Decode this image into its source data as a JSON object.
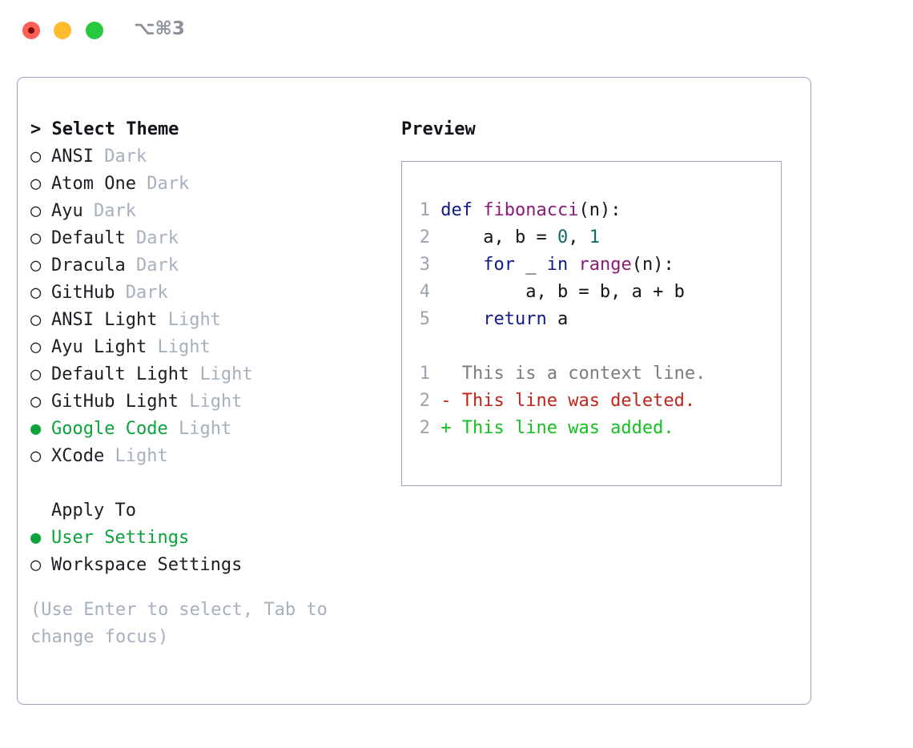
{
  "titlebar": {
    "shortcut": "⌥⌘3",
    "buttons": [
      {
        "name": "close",
        "color": "#ff5f56"
      },
      {
        "name": "minimize",
        "color": "#ffbd2e"
      },
      {
        "name": "maximize",
        "color": "#27c93f"
      }
    ]
  },
  "theme_picker": {
    "header": "> Select Theme",
    "selected_marker": "●",
    "unselected_marker": "○",
    "accent_color": "#0ca33a",
    "items": [
      {
        "marker": "○",
        "label": "ANSI",
        "variant": "Dark",
        "selected": false
      },
      {
        "marker": "○",
        "label": "Atom One",
        "variant": "Dark",
        "selected": false
      },
      {
        "marker": "○",
        "label": "Ayu",
        "variant": "Dark",
        "selected": false
      },
      {
        "marker": "○",
        "label": "Default",
        "variant": "Dark",
        "selected": false
      },
      {
        "marker": "○",
        "label": "Dracula",
        "variant": "Dark",
        "selected": false
      },
      {
        "marker": "○",
        "label": "GitHub",
        "variant": "Dark",
        "selected": false
      },
      {
        "marker": "○",
        "label": "ANSI Light",
        "variant": "Light",
        "selected": false
      },
      {
        "marker": "○",
        "label": "Ayu Light",
        "variant": "Light",
        "selected": false
      },
      {
        "marker": "○",
        "label": "Default Light",
        "variant": "Light",
        "selected": false
      },
      {
        "marker": "○",
        "label": "GitHub Light",
        "variant": "Light",
        "selected": false
      },
      {
        "marker": "●",
        "label": "Google Code",
        "variant": "Light",
        "selected": true
      },
      {
        "marker": "○",
        "label": "XCode",
        "variant": "Light",
        "selected": false
      }
    ]
  },
  "apply_to": {
    "header": "Apply To",
    "items": [
      {
        "marker": "●",
        "label": "User Settings",
        "selected": true
      },
      {
        "marker": "○",
        "label": "Workspace Settings",
        "selected": false
      }
    ]
  },
  "help": {
    "text": "(Use Enter to select, Tab to change focus)"
  },
  "preview": {
    "title": "Preview",
    "code_lines": [
      {
        "no": "1",
        "tokens": [
          {
            "t": "def",
            "c": "kw"
          },
          {
            "t": " ",
            "c": "pl"
          },
          {
            "t": "fibonacci",
            "c": "fn"
          },
          {
            "t": "(n):",
            "c": "pl"
          }
        ]
      },
      {
        "no": "2",
        "tokens": [
          {
            "t": "    a, b = ",
            "c": "pl"
          },
          {
            "t": "0",
            "c": "num"
          },
          {
            "t": ", ",
            "c": "pl"
          },
          {
            "t": "1",
            "c": "num"
          }
        ]
      },
      {
        "no": "3",
        "tokens": [
          {
            "t": "    ",
            "c": "pl"
          },
          {
            "t": "for",
            "c": "kw"
          },
          {
            "t": " _ ",
            "c": "pl"
          },
          {
            "t": "in",
            "c": "kw"
          },
          {
            "t": " ",
            "c": "pl"
          },
          {
            "t": "range",
            "c": "fn"
          },
          {
            "t": "(n):",
            "c": "pl"
          }
        ]
      },
      {
        "no": "4",
        "tokens": [
          {
            "t": "        a, b = b, a + b",
            "c": "pl"
          }
        ]
      },
      {
        "no": "5",
        "tokens": [
          {
            "t": "    ",
            "c": "pl"
          },
          {
            "t": "return",
            "c": "kw"
          },
          {
            "t": " a",
            "c": "pl"
          }
        ]
      }
    ],
    "diff_lines": [
      {
        "no": "1",
        "prefix": "  ",
        "text": "This is a context line.",
        "kind": "diff-ctx"
      },
      {
        "no": "2",
        "prefix": "- ",
        "text": "This line was deleted.",
        "kind": "diff-del"
      },
      {
        "no": "2",
        "prefix": "+ ",
        "text": "This line was added.",
        "kind": "diff-add"
      }
    ]
  }
}
